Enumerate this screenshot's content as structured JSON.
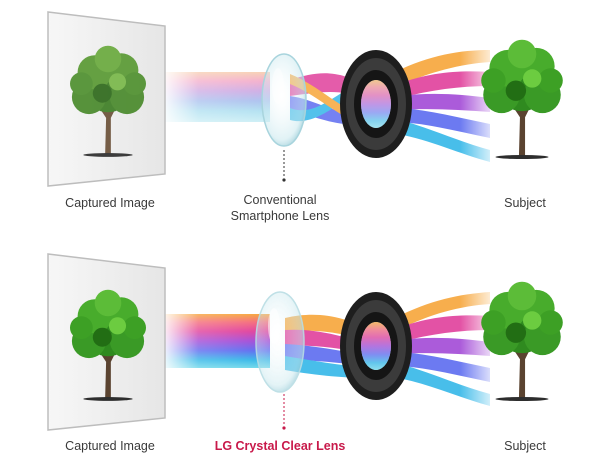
{
  "top_row": {
    "left_label": "Captured Image",
    "lens_label_line1": "Conventional",
    "lens_label_line2": "Smartphone Lens",
    "right_label": "Subject"
  },
  "bottom_row": {
    "left_label": "Captured Image",
    "lens_label": "LG Crystal Clear Lens",
    "right_label": "Subject"
  },
  "colors": {
    "accent_text": "#c8194a",
    "label_text": "#3a3a3a",
    "tree_foliage": "#4a8a2c",
    "tree_foliage_bright": "#3fa02a",
    "trunk": "#6b5138",
    "camera_lens": "#1e1e1e"
  }
}
